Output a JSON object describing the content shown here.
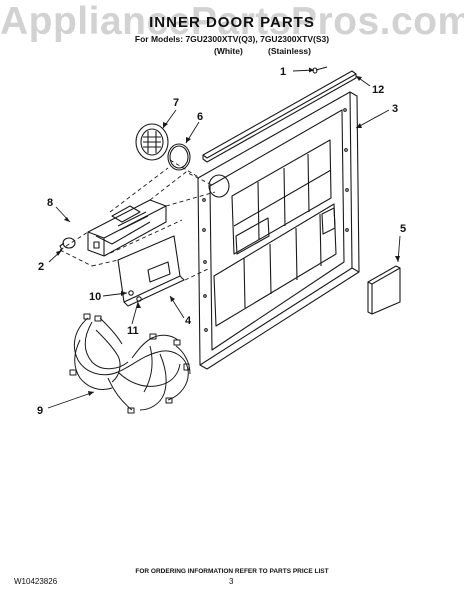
{
  "watermark": "AppliancePartsPros.com",
  "header": {
    "title": "INNER DOOR PARTS",
    "models_line": "For Models: 7GU2300XTV(Q3), 7GU2300XTV(S3)",
    "variants": [
      "(White)",
      "(Stainless)"
    ]
  },
  "callouts": [
    "1",
    "2",
    "3",
    "4",
    "5",
    "6",
    "7",
    "8",
    "9",
    "10",
    "11",
    "12"
  ],
  "footer": {
    "note": "FOR ORDERING INFORMATION REFER TO PARTS PRICE LIST",
    "doc_number": "W10423826",
    "page_number": "3"
  },
  "colors": {
    "line": "#1a1a1a",
    "watermark": "#d2d2d2",
    "background": "#ffffff"
  }
}
